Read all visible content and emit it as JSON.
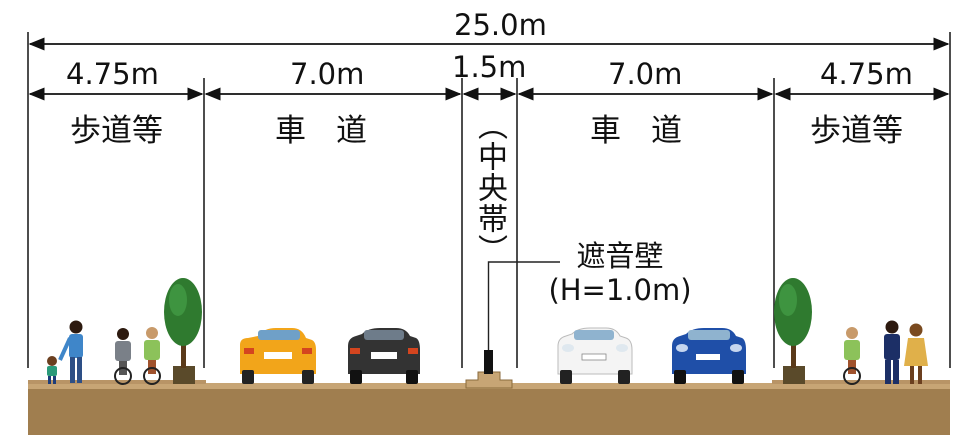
{
  "dimensions": {
    "total": "25.0m",
    "left_sidewalk": "4.75m",
    "left_carriageway": "7.0m",
    "median": "1.5m",
    "right_carriageway": "7.0m",
    "right_sidewalk": "4.75m"
  },
  "zones": {
    "left_sidewalk": "歩道等",
    "left_carriageway": "車道",
    "median": "（中央帯）",
    "right_carriageway": "車道",
    "right_sidewalk": "歩道等"
  },
  "noise_wall": {
    "label": "遮音壁",
    "height": "(H=1.0m)"
  },
  "colors": {
    "ground": "#9c7b4d",
    "ground_top": "#c9a878",
    "tree": "#2f7a2f",
    "car_yellow": "#f2a51a",
    "car_black": "#333333",
    "car_white": "#f4f4f4",
    "car_blue": "#1f4fa8"
  }
}
